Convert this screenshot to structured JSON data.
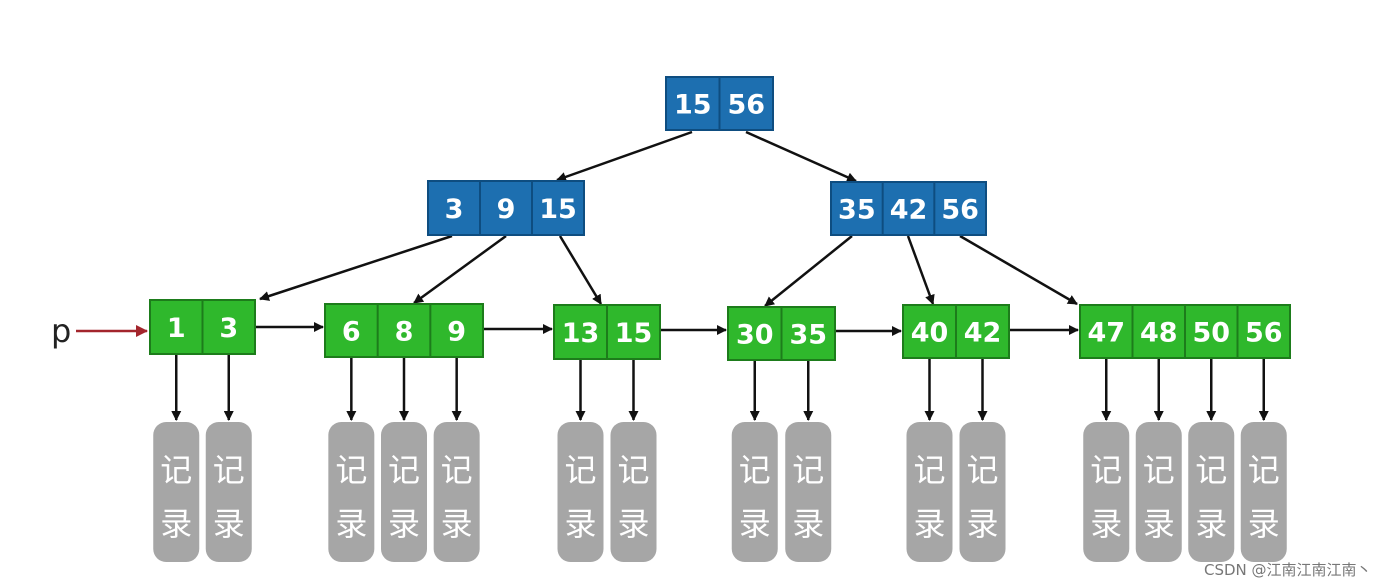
{
  "root": {
    "keys": [
      "15",
      "56"
    ]
  },
  "internal": [
    {
      "keys": [
        "3",
        "9",
        "15"
      ]
    },
    {
      "keys": [
        "35",
        "42",
        "56"
      ]
    }
  ],
  "leaves": [
    {
      "keys": [
        "1",
        "3"
      ]
    },
    {
      "keys": [
        "6",
        "8",
        "9"
      ]
    },
    {
      "keys": [
        "13",
        "15"
      ]
    },
    {
      "keys": [
        "30",
        "35"
      ]
    },
    {
      "keys": [
        "40",
        "42"
      ]
    },
    {
      "keys": [
        "47",
        "48",
        "50",
        "56"
      ]
    }
  ],
  "record": {
    "line1": "记",
    "line2": "录"
  },
  "pointer_label": "p",
  "watermark": "CSDN @江南江南江南丶",
  "colors": {
    "internal_fill": "#1d6fb0",
    "internal_stroke": "#0e4d80",
    "leaf_fill": "#2fb82c",
    "leaf_stroke": "#1d7c1b",
    "record_fill": "#a6a6a6",
    "pointer_arrow": "#a3252c",
    "arrow": "#111111"
  }
}
